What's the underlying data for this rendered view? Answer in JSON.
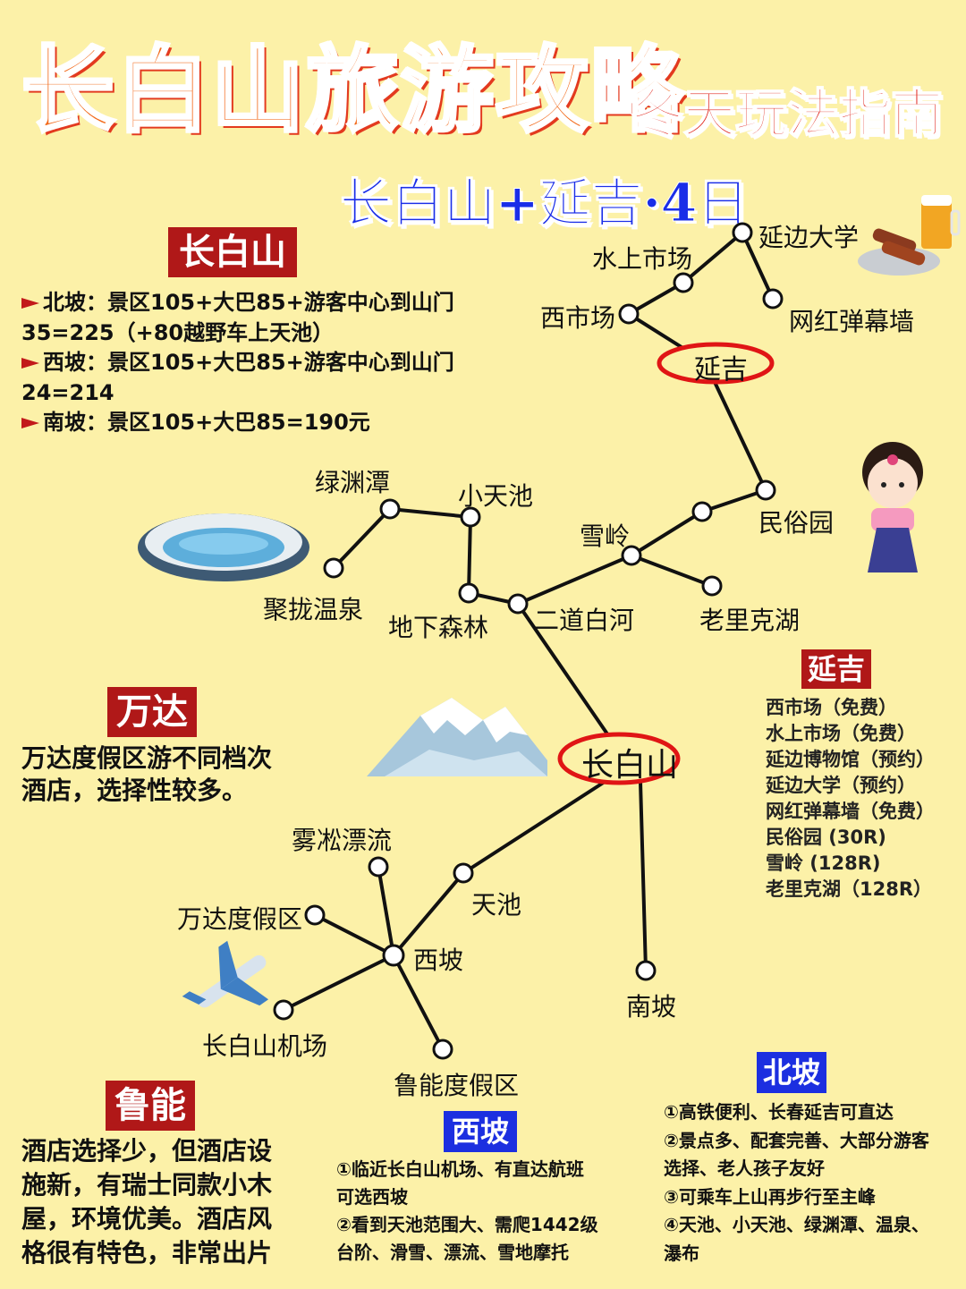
{
  "header": {
    "title": "长白山旅游攻略",
    "subtitle": "冬天玩法指南",
    "route": "长白山+延吉·4日"
  },
  "sections": {
    "changbaishan": {
      "tag": "长白山",
      "lines": [
        "北坡：景区105+大巴85+游客中心到山门",
        "35=225（+80越野车上天池）",
        "西坡：景区105+大巴85+游客中心到山门",
        "24=214",
        "南坡：景区105+大巴85=190元"
      ]
    },
    "wanda": {
      "tag": "万达",
      "lines": [
        "万达度假区游不同档次",
        "酒店，选择性较多。"
      ]
    },
    "luneng": {
      "tag": "鲁能",
      "lines": [
        "酒店选择少，但酒店设",
        "施新，有瑞士同款小木",
        "屋，环境优美。酒店风",
        "格很有特色，非常出片"
      ]
    },
    "yanji": {
      "tag": "延吉",
      "lines": [
        "西市场（免费）",
        "水上市场（免费）",
        "延边博物馆（预约）",
        "延边大学（预约）",
        "网红弹幕墙（免费）",
        "民俗园 (30R)",
        "雪岭 (128R)",
        "老里克湖（128R）"
      ]
    },
    "xipo": {
      "tag": "西坡",
      "lines": [
        "①临近长白山机场、有直达航班",
        "可选西坡",
        "②看到天池范围大、需爬1442级",
        "台阶、滑雪、漂流、雪地摩托"
      ]
    },
    "beipo": {
      "tag": "北坡",
      "lines": [
        "①高铁便利、长春延吉可直达",
        "②景点多、配套完善、大部分游客",
        "选择、老人孩子友好",
        "③可乘车上山再步行至主峰",
        "④天池、小天池、绿渊潭、温泉、",
        "瀑布"
      ]
    }
  },
  "map": {
    "hubs": {
      "yanji": "延吉",
      "changbaishan": "长白山"
    },
    "places": {
      "yanbian_univ": "延边大学",
      "water_market": "水上市场",
      "west_market": "西市场",
      "danmu_wall": "网红弹幕墙",
      "folk_park": "民俗园",
      "xueling": "雪岭",
      "laolike": "老里克湖",
      "erdaobaihe": "二道白河",
      "underground_forest": "地下森林",
      "xiaotianchi": "小天池",
      "lvyuantan": "绿渊潭",
      "julong": "聚拢温泉",
      "tianchi": "天池",
      "rime_rafting": "雾凇漂流",
      "wanda_resort": "万达度假区",
      "xipo": "西坡",
      "airport": "长白山机场",
      "luneng_resort": "鲁能度假区",
      "nanpo": "南坡"
    }
  },
  "colors": {
    "background": "#FCF1A8",
    "title_orange": "#F26A1B",
    "accent_red": "#B01818",
    "accent_blue": "#1C2FE0",
    "hub_ring": "#E01515"
  },
  "icons": [
    "bbq-skewers-beer-icon",
    "hanbok-girl-icon",
    "crater-lake-icon",
    "snowy-mountain-icon",
    "airplane-icon",
    "flag-marker-icon"
  ]
}
